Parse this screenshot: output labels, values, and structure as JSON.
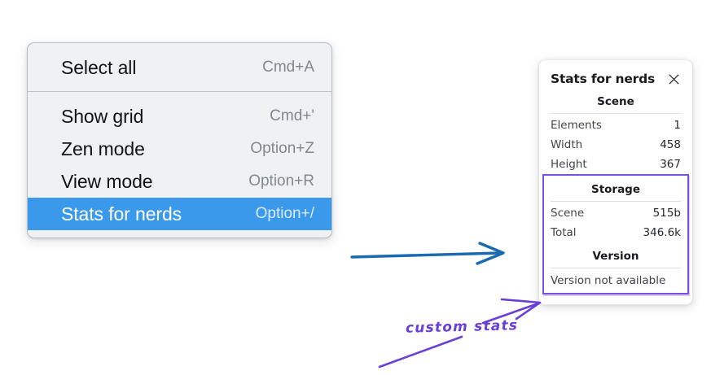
{
  "context_menu": {
    "groups": [
      {
        "items": [
          {
            "label": "Select all",
            "shortcut": "Cmd+A",
            "selected": false
          }
        ]
      },
      {
        "items": [
          {
            "label": "Show grid",
            "shortcut": "Cmd+'",
            "selected": false
          },
          {
            "label": "Zen mode",
            "shortcut": "Option+Z",
            "selected": false
          },
          {
            "label": "View mode",
            "shortcut": "Option+R",
            "selected": false
          },
          {
            "label": "Stats for nerds",
            "shortcut": "Option+/",
            "selected": true
          }
        ]
      }
    ],
    "highlight_color": "#3b99ec"
  },
  "stats_panel": {
    "title": "Stats for nerds",
    "close_icon": "close-icon",
    "sections": [
      {
        "heading": "Scene",
        "rows": [
          {
            "key": "Elements",
            "value": "1"
          },
          {
            "key": "Width",
            "value": "458"
          },
          {
            "key": "Height",
            "value": "367"
          }
        ]
      },
      {
        "heading": "Storage",
        "rows": [
          {
            "key": "Scene",
            "value": "515b"
          },
          {
            "key": "Total",
            "value": "346.6k"
          }
        ]
      },
      {
        "heading": "Version",
        "note": "Version not available"
      }
    ],
    "outline_color": "#7b4fe0"
  },
  "annotations": {
    "handwritten_label": "custom stats",
    "blue_arrow_color": "#1b6ab0",
    "purple_arrow_color": "#6a3fd6"
  }
}
